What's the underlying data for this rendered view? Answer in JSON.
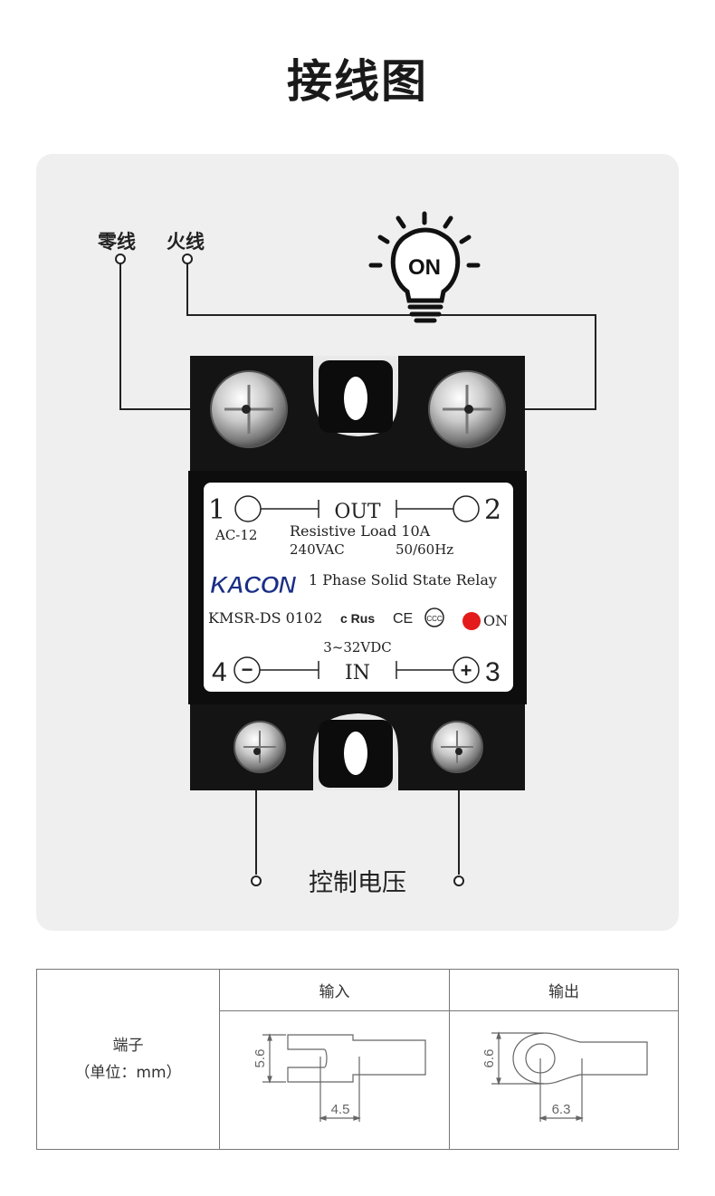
{
  "title": "接线图",
  "wiring": {
    "neutral_label": "零线",
    "live_label": "火线",
    "lamp_text": "ON",
    "control_label": "控制电压"
  },
  "relay": {
    "out_left_num": "1",
    "out_label": "OUT",
    "out_right_num": "2",
    "ac_class": "AC-12",
    "load_line": "Resistive Load 10A",
    "voltage_ac": "240VAC",
    "freq": "50/60Hz",
    "brand": "KACON",
    "desc": "1 Phase Solid State Relay",
    "model": "KMSR-DS 0102",
    "cert_ul": "c Rus",
    "cert_ce": "CE",
    "cert_ccc": "CCC",
    "on_indicator": "ON",
    "in_voltage": "3~32VDC",
    "in_left_num": "4",
    "in_label": "IN",
    "in_right_num": "3",
    "minus_sign": "−",
    "plus_sign": "+"
  },
  "terminal_table": {
    "header_input": "输入",
    "header_output": "输出",
    "row_label_line1": "端子",
    "row_label_line2": "（单位：mm）",
    "input_dims": {
      "height": "5.6",
      "width": "4.5"
    },
    "output_dims": {
      "height": "6.6",
      "width": "6.3"
    }
  }
}
